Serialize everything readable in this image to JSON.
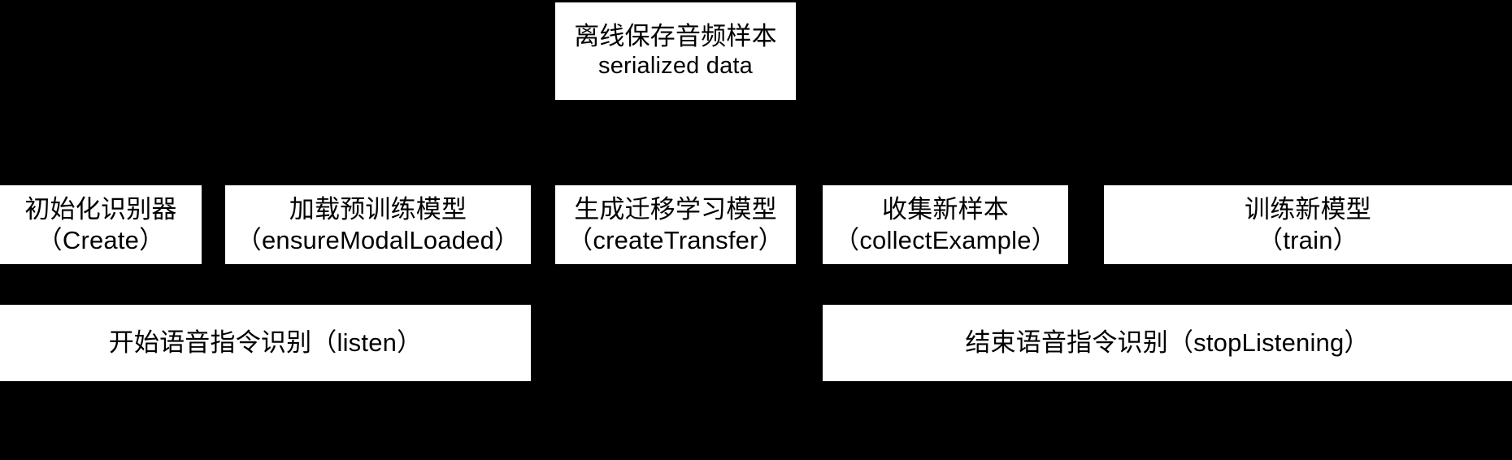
{
  "diagram": {
    "background_color": "#000000",
    "node_fill_color": "#ffffff",
    "node_text_color": "#000000",
    "nodes": {
      "serialized": {
        "title": "离线保存音频样本",
        "subtitle": "serialized data"
      },
      "create": {
        "title": "初始化识别器",
        "subtitle": "（Create）"
      },
      "ensure_modal_loaded": {
        "title": "加载预训练模型",
        "subtitle": "（ensureModalLoaded）"
      },
      "create_transfer": {
        "title": "生成迁移学习模型",
        "subtitle": "（createTransfer）"
      },
      "collect_example": {
        "title": "收集新样本",
        "subtitle": "（collectExample）"
      },
      "train": {
        "title": "训练新模型",
        "subtitle": "（train）"
      },
      "listen": {
        "title": "开始语音指令识别（listen）"
      },
      "stop_listening": {
        "title": "结束语音指令识别（stopListening）"
      }
    }
  }
}
